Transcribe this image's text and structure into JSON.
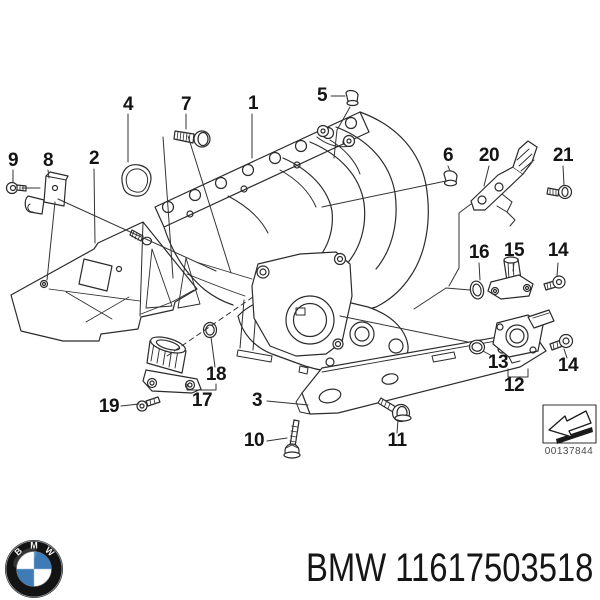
{
  "diagram_type": "exploded-parts-diagram",
  "subject": "BMW intake manifold system",
  "footer": {
    "brand": "BMW",
    "part_number": "11617503518"
  },
  "stamp": {
    "document_number": "00137844"
  },
  "logo": {
    "letters": [
      "B",
      "M",
      "W"
    ],
    "blue": "#3f7cb6",
    "ring": "#131313"
  },
  "callouts": [
    {
      "ref": "4",
      "text": "4"
    },
    {
      "ref": "7",
      "text": "7"
    },
    {
      "ref": "1",
      "text": "1"
    },
    {
      "ref": "5",
      "text": "5"
    },
    {
      "ref": "9",
      "text": "9"
    },
    {
      "ref": "8",
      "text": "8"
    },
    {
      "ref": "2",
      "text": "2"
    },
    {
      "ref": "6",
      "text": "6"
    },
    {
      "ref": "20",
      "text": "20"
    },
    {
      "ref": "21",
      "text": "21"
    },
    {
      "ref": "16",
      "text": "16"
    },
    {
      "ref": "15",
      "text": "15"
    },
    {
      "ref": "14a",
      "text": "14"
    },
    {
      "ref": "13",
      "text": "13"
    },
    {
      "ref": "12",
      "text": "12"
    },
    {
      "ref": "14b",
      "text": "14"
    },
    {
      "ref": "18",
      "text": "18"
    },
    {
      "ref": "17",
      "text": "17"
    },
    {
      "ref": "19",
      "text": "19"
    },
    {
      "ref": "3",
      "text": "3"
    },
    {
      "ref": "10",
      "text": "10"
    },
    {
      "ref": "11",
      "text": "11"
    }
  ]
}
